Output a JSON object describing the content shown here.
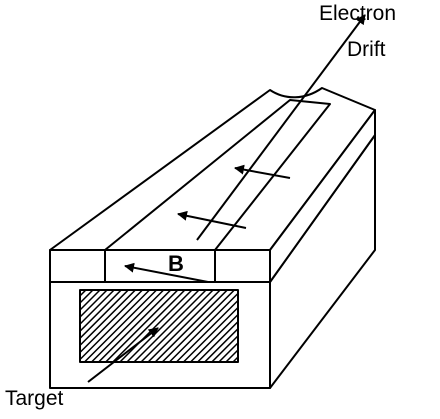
{
  "labels": {
    "electron_drift_line1": "Electron",
    "electron_drift_line2": "Drift",
    "magnetic_field": "B",
    "target": "Target"
  },
  "colors": {
    "stroke": "#000000",
    "fill": "#ffffff",
    "hatch": "#000000"
  }
}
